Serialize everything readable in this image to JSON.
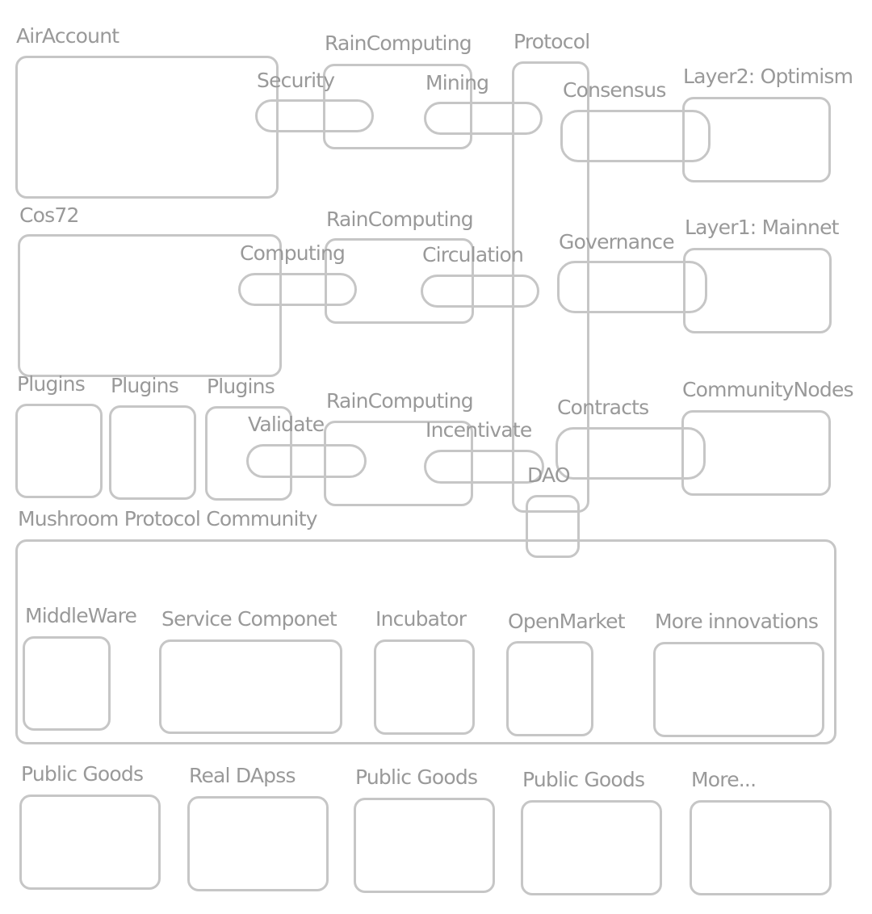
{
  "labels": {
    "air_account": "AirAccount",
    "rain_computing_1": "RainComputing",
    "protocol": "Protocol",
    "security": "Security",
    "mining": "Mining",
    "consensus": "Consensus",
    "layer2": "Layer2: Optimism",
    "cos72": "Cos72",
    "rain_computing_2": "RainComputing",
    "computing": "Computing",
    "circulation": "Circulation",
    "governance": "Governance",
    "layer1": "Layer1: Mainnet",
    "plugins_1": "Plugins",
    "plugins_2": "Plugins",
    "plugins_3": "Plugins",
    "rain_computing_3": "RainComputing",
    "validate": "Validate",
    "incentivate": "Incentivate",
    "contracts": "Contracts",
    "community_nodes": "CommunityNodes",
    "dao": "DAO",
    "community": "Mushroom Protocol Community",
    "middleware": "MiddleWare",
    "service_component": "Service Componet",
    "incubator": "Incubator",
    "open_market": "OpenMarket",
    "more_innovations": "More innovations",
    "public_goods_1": "Public Goods",
    "real_dapps": "Real DApss",
    "public_goods_2": "Public Goods",
    "public_goods_3": "Public Goods",
    "more": "More..."
  },
  "colors": {
    "stroke": "#c6c6c6",
    "text": "#999999",
    "background": "#ffffff"
  }
}
